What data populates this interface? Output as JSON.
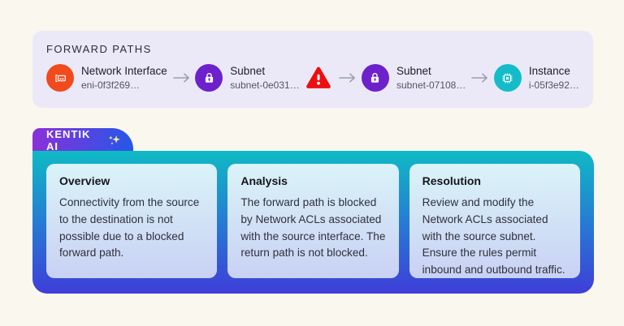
{
  "colors": {
    "page_background": "#faf7ef",
    "forward_panel_background": "#ebe9f8",
    "network_interface_accent": "#f04a1d",
    "subnet_accent": "#6d21cc",
    "instance_accent": "#14bcc9",
    "warning_red": "#ed0f0f",
    "arrow_gray": "#9aa0ab",
    "tab_gradient_start": "#8b2fd9",
    "tab_gradient_end": "#2458e8",
    "panel_gradient_start": "#0fbac4",
    "panel_gradient_end": "#3e3ed8",
    "sparkles_yellow": "#f2eb9d"
  },
  "forward_paths": {
    "title": "FORWARD PATHS",
    "nodes": [
      {
        "label": "Network Interface",
        "id": "eni-0f3f269…",
        "icon": "network-interface-icon"
      },
      {
        "label": "Subnet",
        "id": "subnet-0e031…",
        "icon": "lock-icon"
      },
      {
        "label": "Subnet",
        "id": "subnet-07108…",
        "icon": "lock-icon"
      },
      {
        "label": "Instance",
        "id": "i-05f3e92…",
        "icon": "chip-icon"
      }
    ],
    "warning": {
      "icon": "warning-triangle-icon",
      "position": "after-subnet-0e031"
    }
  },
  "ai_panel": {
    "tab_label": "KENTIK AI",
    "tab_icon": "sparkles-icon",
    "cards": [
      {
        "title": "Overview",
        "body": "Connectivity from the source to the destination is not possible due to a blocked forward path."
      },
      {
        "title": "Analysis",
        "body": "The forward path is blocked by Network ACLs associated with the source interface. The return path is not blocked."
      },
      {
        "title": "Resolution",
        "body": "Review and modify the Network ACLs associated with the source subnet. Ensure the rules permit inbound and outbound traffic."
      }
    ]
  }
}
